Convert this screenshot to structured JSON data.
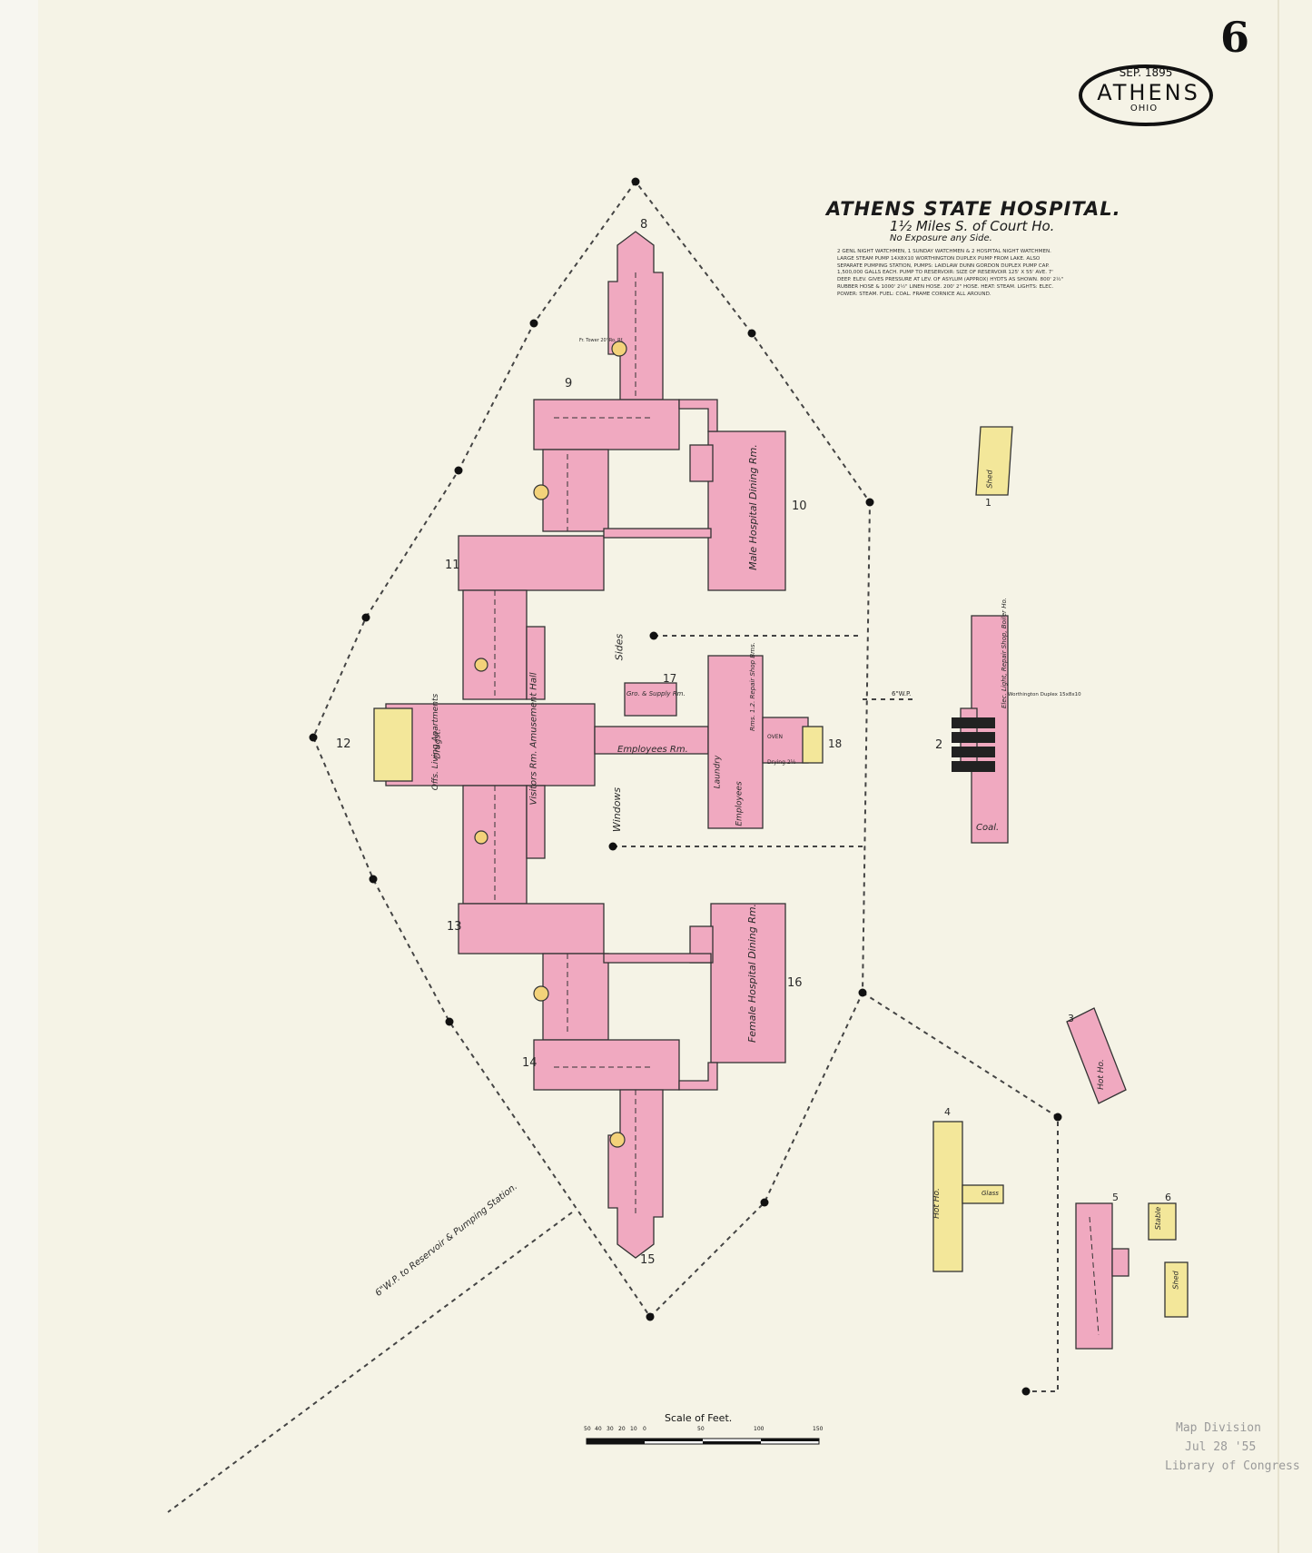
{
  "sheet": {
    "number": "6",
    "date": "SEP. 1895",
    "city": "ATHENS",
    "state": "OHIO"
  },
  "title": {
    "main": "ATHENS STATE HOSPITAL.",
    "sub": "1½ Miles S. of Court Ho.",
    "exposure": "No Exposure any Side."
  },
  "notes": "2 Genl Night Watchmen, 1 Sunday Watchmen & 2 Hospital Night Watchmen. Large steam pump 14x8x10 Worthington duplex pump from lake. Also separate pumping station, pumps: Laidlaw Dunn Gordon duplex pump cap. 1,500,000 galls each. Pump to reservoir: size of reservoir 125' x 55' ave. 7' deep. Elev. gives pressure at lev. of asylum (approx) hydts as shown. 800' 2½\" rubber hose & 1000' 2½\" linen hose. 200' 2\" hose. Heat: steam. Lights: elec. Power: steam. Fuel: coal. Frame cornice all around.",
  "colors": {
    "paper": "#f5f3e6",
    "brick": "#f0a9c0",
    "frame": "#f3e79a",
    "outline": "#333333"
  },
  "labels": {
    "wing_top": "8",
    "wing_9": "9",
    "dining_10": "10",
    "wing_11": "11",
    "admin_12": "12",
    "wing_13": "13",
    "wing_14": "14",
    "wing_15": "15",
    "dining_16": "16",
    "gro_17": "17",
    "laundry_18": "18",
    "shed_1": "1",
    "boiler_2": "2",
    "hotho_3": "3",
    "hotho_4": "4",
    "stable_5": "5",
    "stable_6": "6",
    "male_dining": "Male Hospital Dining Rm.",
    "female_dining": "Female Hospital Dining Rm.",
    "amusement": "Visitors Rm. Amusement Hall",
    "offices": "Offs. Living Apartments",
    "drugstore": "Drugst.",
    "employees": "Employees Rm.",
    "gro_supply": "Gro. & Supply Rm.",
    "laundry": "Laundry",
    "employees2": "Employees",
    "repair": "Rms. 1.2. Repair Shop Bms.",
    "oven": "OVEN",
    "drying": "Drying 2½",
    "shed": "Shed",
    "coal": "Coal.",
    "hot_ho": "Hot Ho.",
    "hot_ho4": "Hot Ho.",
    "glass": "Glass",
    "stable": "Stable",
    "shed2": "Shed",
    "elec_light": "Elec. Light, Repair Shop, Boiler Ho.",
    "worthington": "Worthington Duplex 15x8x10",
    "sides": "Sides",
    "windows": "Windows",
    "gwp": "6\"W.P.",
    "pipe_label": "6\"W.P. to Reservoir & Pumping Station.",
    "fr_tower": "Fr. Tower 20' Ro. Rf."
  },
  "scale": {
    "title": "Scale of Feet.",
    "ticks": [
      "50",
      "40",
      "30",
      "20",
      "10",
      "0",
      "50",
      "100",
      "150"
    ]
  },
  "stamp": {
    "line1": "Map Division",
    "line2": "Jul 28 '55",
    "line3": "Library of Congress"
  }
}
